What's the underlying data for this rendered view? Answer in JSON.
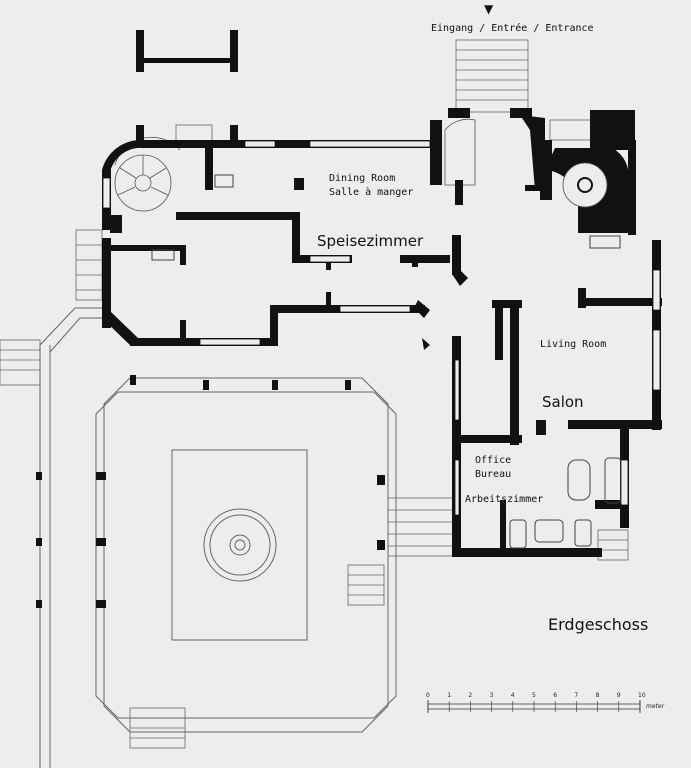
{
  "plan": {
    "floor_title": "Erdgeschoss",
    "entrance": {
      "arrow_icon": "triangle-down-icon",
      "label": "Eingang / Entrée / Entrance"
    },
    "rooms": {
      "dining": {
        "en": "Dining Room",
        "fr": "Salle à manger",
        "de": "Speisezimmer"
      },
      "living": {
        "en": "Living Room",
        "de": "Salon"
      },
      "office": {
        "en": "Office",
        "fr": "Bureau",
        "de": "Arbeitszimmer"
      }
    },
    "scale": {
      "ticks": [
        "0",
        "1",
        "2",
        "3",
        "4",
        "5",
        "6",
        "7",
        "8",
        "9",
        "10"
      ],
      "unit": "meter"
    },
    "colors": {
      "wall": "#111111",
      "line": "#555555",
      "background": "#ededed"
    }
  }
}
